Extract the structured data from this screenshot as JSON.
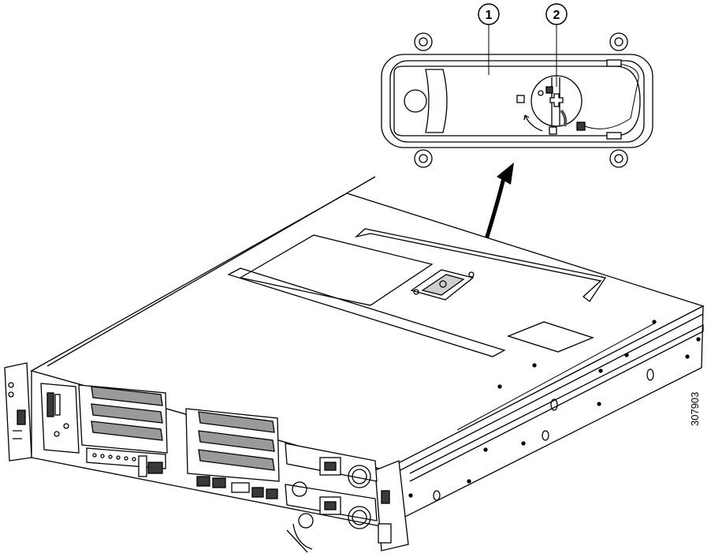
{
  "callouts": [
    {
      "label": "1",
      "target": "top-cover-latch-handle"
    },
    {
      "label": "2",
      "target": "latch-lock-screw"
    }
  ],
  "figure_id": "307903",
  "colors": {
    "line": "#000000",
    "fill_light": "#ffffff",
    "fill_gray": "#9a9a9a",
    "fill_dark": "#3a3a3a"
  }
}
